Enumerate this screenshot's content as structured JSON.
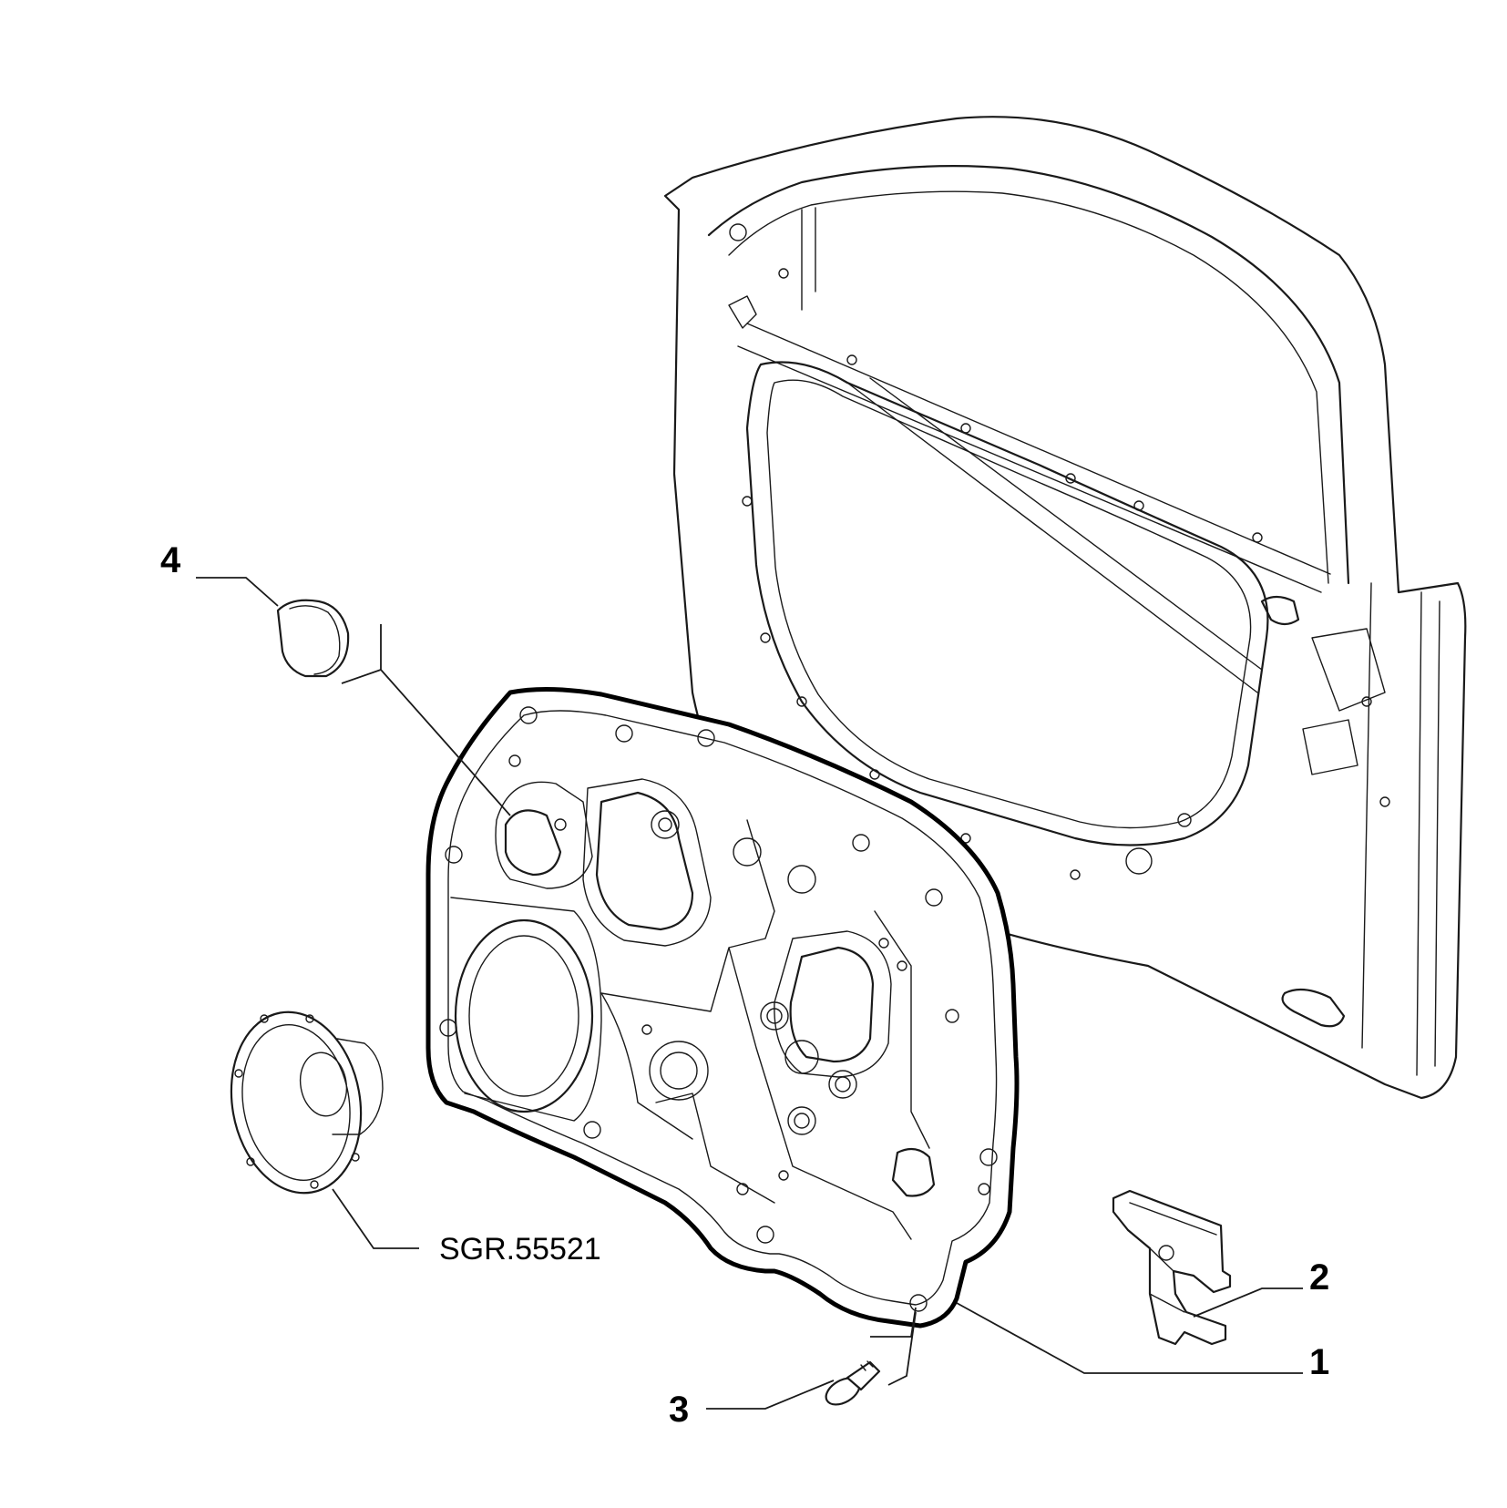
{
  "callouts": [
    {
      "id": "1",
      "label": "1"
    },
    {
      "id": "2",
      "label": "2"
    },
    {
      "id": "3",
      "label": "3"
    },
    {
      "id": "4",
      "label": "4"
    }
  ],
  "reference": {
    "label": "SGR.55521"
  },
  "colors": {
    "line": "#1a1a1a",
    "background": "#ffffff"
  }
}
